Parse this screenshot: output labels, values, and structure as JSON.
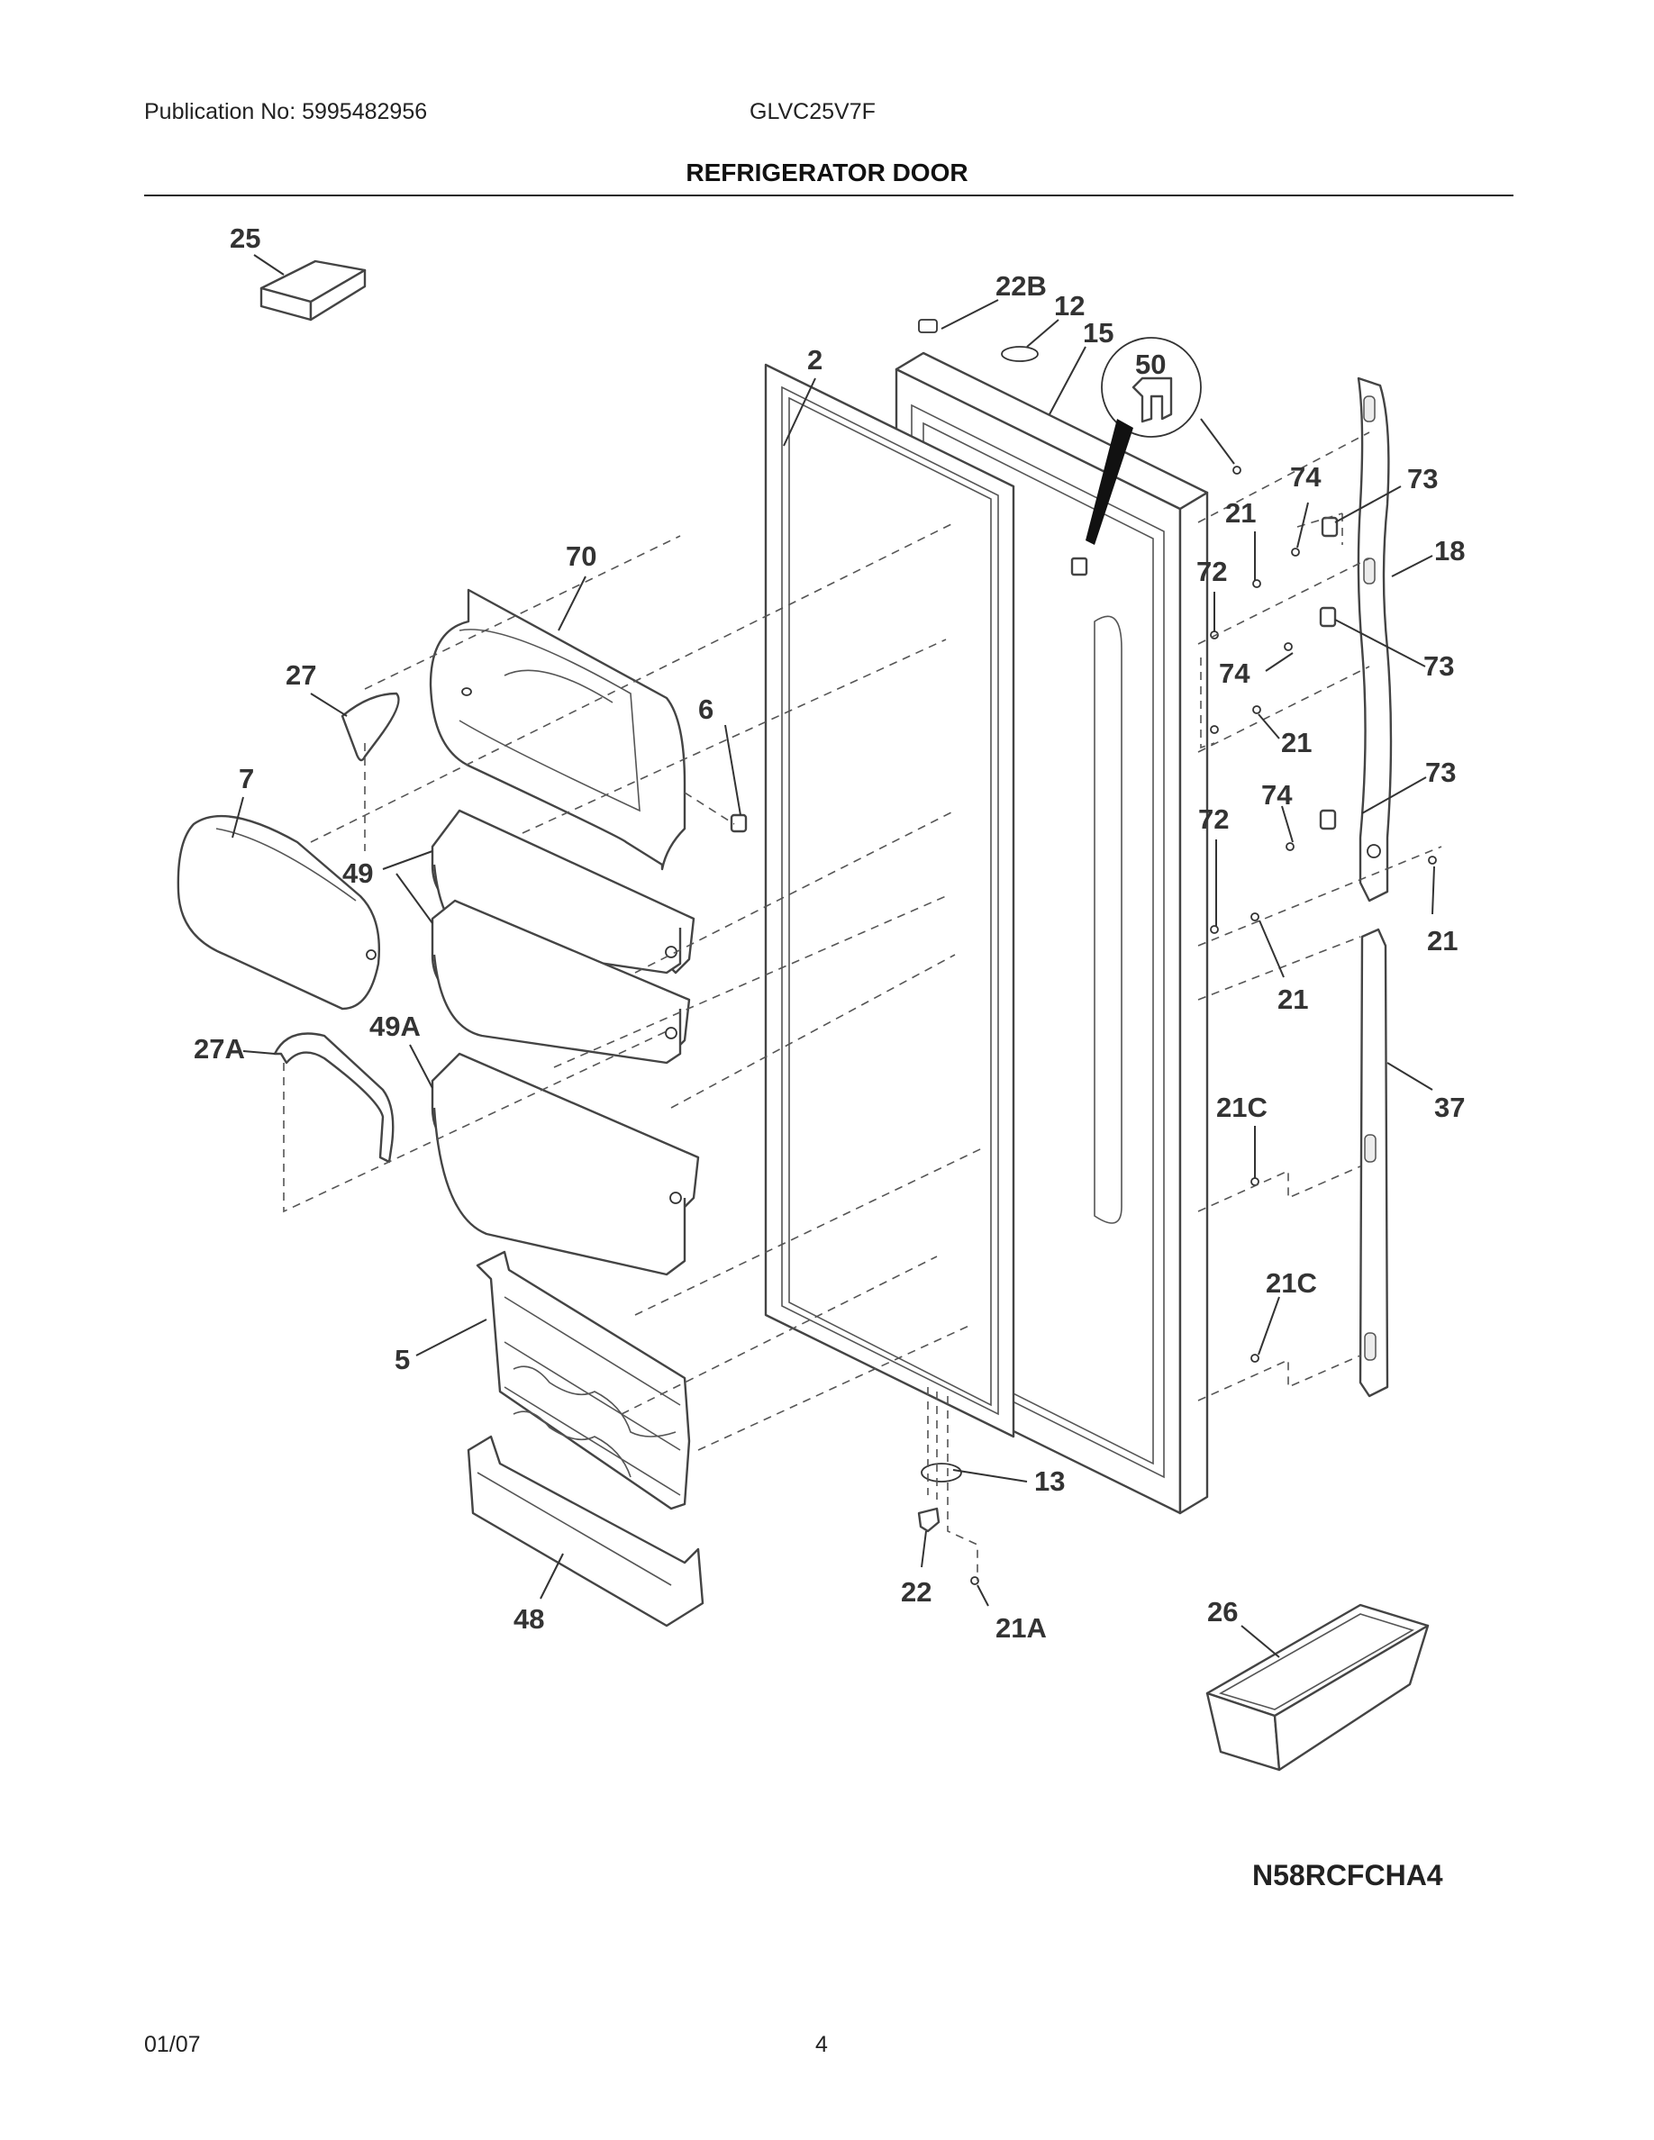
{
  "header": {
    "publication": "Publication No: 5995482956",
    "model": "GLVC25V7F",
    "section_title": "REFRIGERATOR DOOR"
  },
  "diagram": {
    "callouts": {
      "c25": "25",
      "c22B": "22B",
      "c12": "12",
      "c15": "15",
      "c2": "2",
      "c50": "50",
      "c74a": "74",
      "c73a": "73",
      "c21a": "21",
      "c18": "18",
      "c72a": "72",
      "c74b": "74",
      "c73b": "73",
      "c21b": "21",
      "c70": "70",
      "c27": "27",
      "c6": "6",
      "c7": "7",
      "c49": "49",
      "c72b": "72",
      "c74c": "74",
      "c73c": "73",
      "c21c": "21",
      "c21d": "21",
      "c27A": "27A",
      "c49A": "49A",
      "c21C1": "21C",
      "c37": "37",
      "c21C2": "21C",
      "c5": "5",
      "c13": "13",
      "c22": "22",
      "c21A": "21A",
      "c48": "48",
      "c26": "26"
    },
    "drawing_code": "N58RCFCHA4"
  },
  "footer": {
    "date": "01/07",
    "page": "4"
  }
}
